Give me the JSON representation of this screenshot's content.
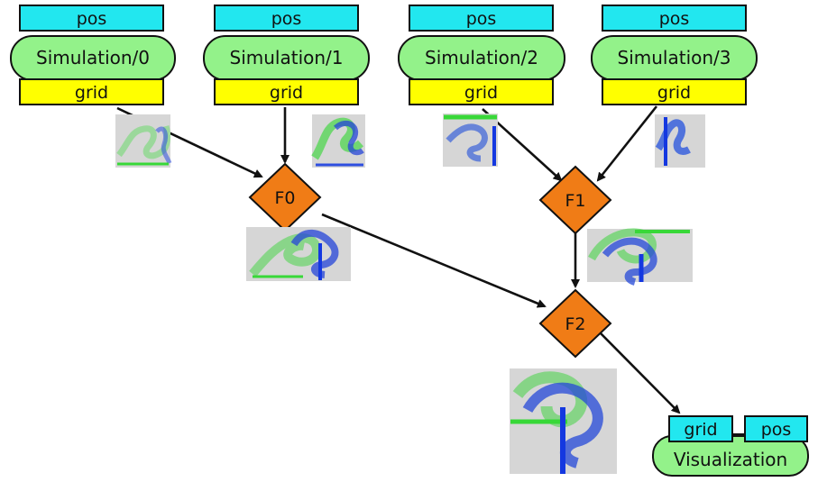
{
  "colors": {
    "pos_fill": "#22e7ef",
    "grid_fill": "#ffff00",
    "simulation_fill": "#93f28a",
    "diamond_fill": "#f07c16",
    "edge": "#111111",
    "thumb_bg": "#d6d6d6",
    "flow_green": "#44d844",
    "flow_blue": "#2448d8"
  },
  "simulations": [
    {
      "pos": "pos",
      "name": "Simulation/0",
      "grid": "grid"
    },
    {
      "pos": "pos",
      "name": "Simulation/1",
      "grid": "grid"
    },
    {
      "pos": "pos",
      "name": "Simulation/2",
      "grid": "grid"
    },
    {
      "pos": "pos",
      "name": "Simulation/3",
      "grid": "grid"
    }
  ],
  "filters": [
    {
      "id": "f0",
      "label": "F0"
    },
    {
      "id": "f1",
      "label": "F1"
    },
    {
      "id": "f2",
      "label": "F2"
    }
  ],
  "visualization": {
    "grid": "grid",
    "pos": "pos",
    "name": "Visualization"
  }
}
